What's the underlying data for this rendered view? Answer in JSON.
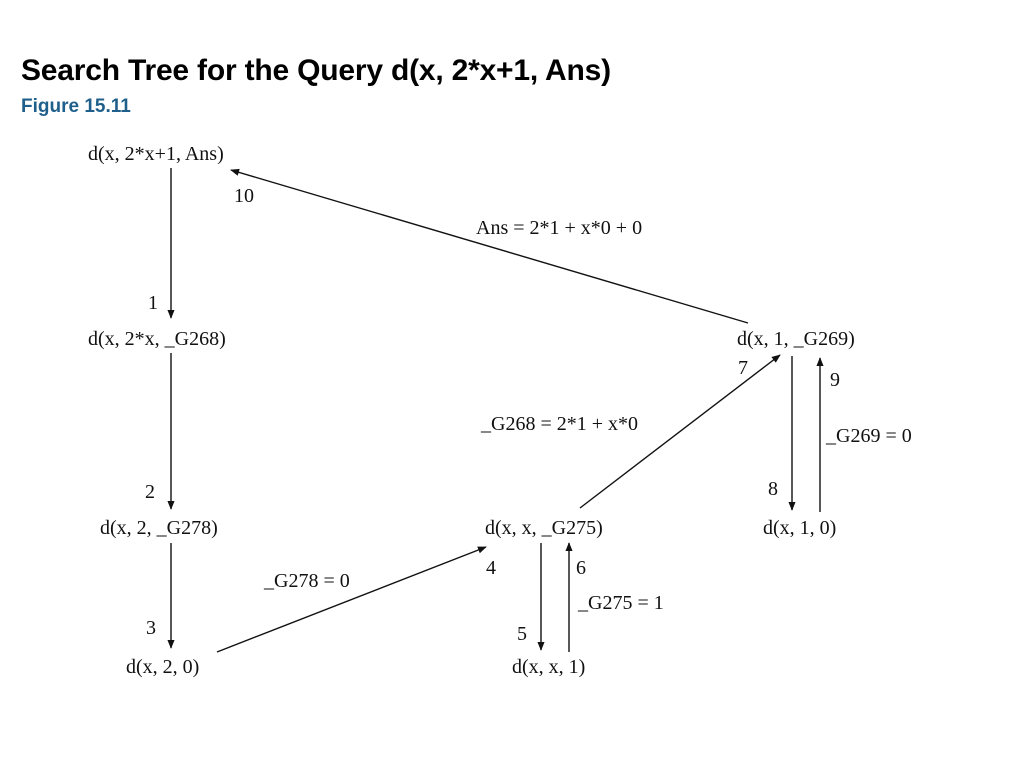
{
  "header": {
    "title": "Search Tree for the Query d(x, 2*x+1, Ans)",
    "figure_label": "Figure 15.11"
  },
  "nodes": {
    "root": "d(x, 2*x+1, Ans)",
    "n1": "d(x, 2*x, _G268)",
    "n2": "d(x, 2, _G278)",
    "n3": "d(x, 2, 0)",
    "n4": "d(x, x, _G275)",
    "n5": "d(x, x, 1)",
    "n7": "d(x, 1, _G269)",
    "n8": "d(x, 1, 0)"
  },
  "step_numbers": {
    "s1": "1",
    "s2": "2",
    "s3": "3",
    "s4": "4",
    "s5": "5",
    "s6": "6",
    "s7": "7",
    "s8": "8",
    "s9": "9",
    "s10": "10"
  },
  "bindings": {
    "b10": "Ans = 2*1 + x*0 + 0",
    "b7": "_G268 = 2*1 + x*0",
    "b9": "_G269 = 0",
    "b4": "_G278 = 0",
    "b6": "_G275 = 1"
  },
  "colors": {
    "title": "#000000",
    "figure_label": "#1f5f8b",
    "diagram_ink": "#111111"
  }
}
